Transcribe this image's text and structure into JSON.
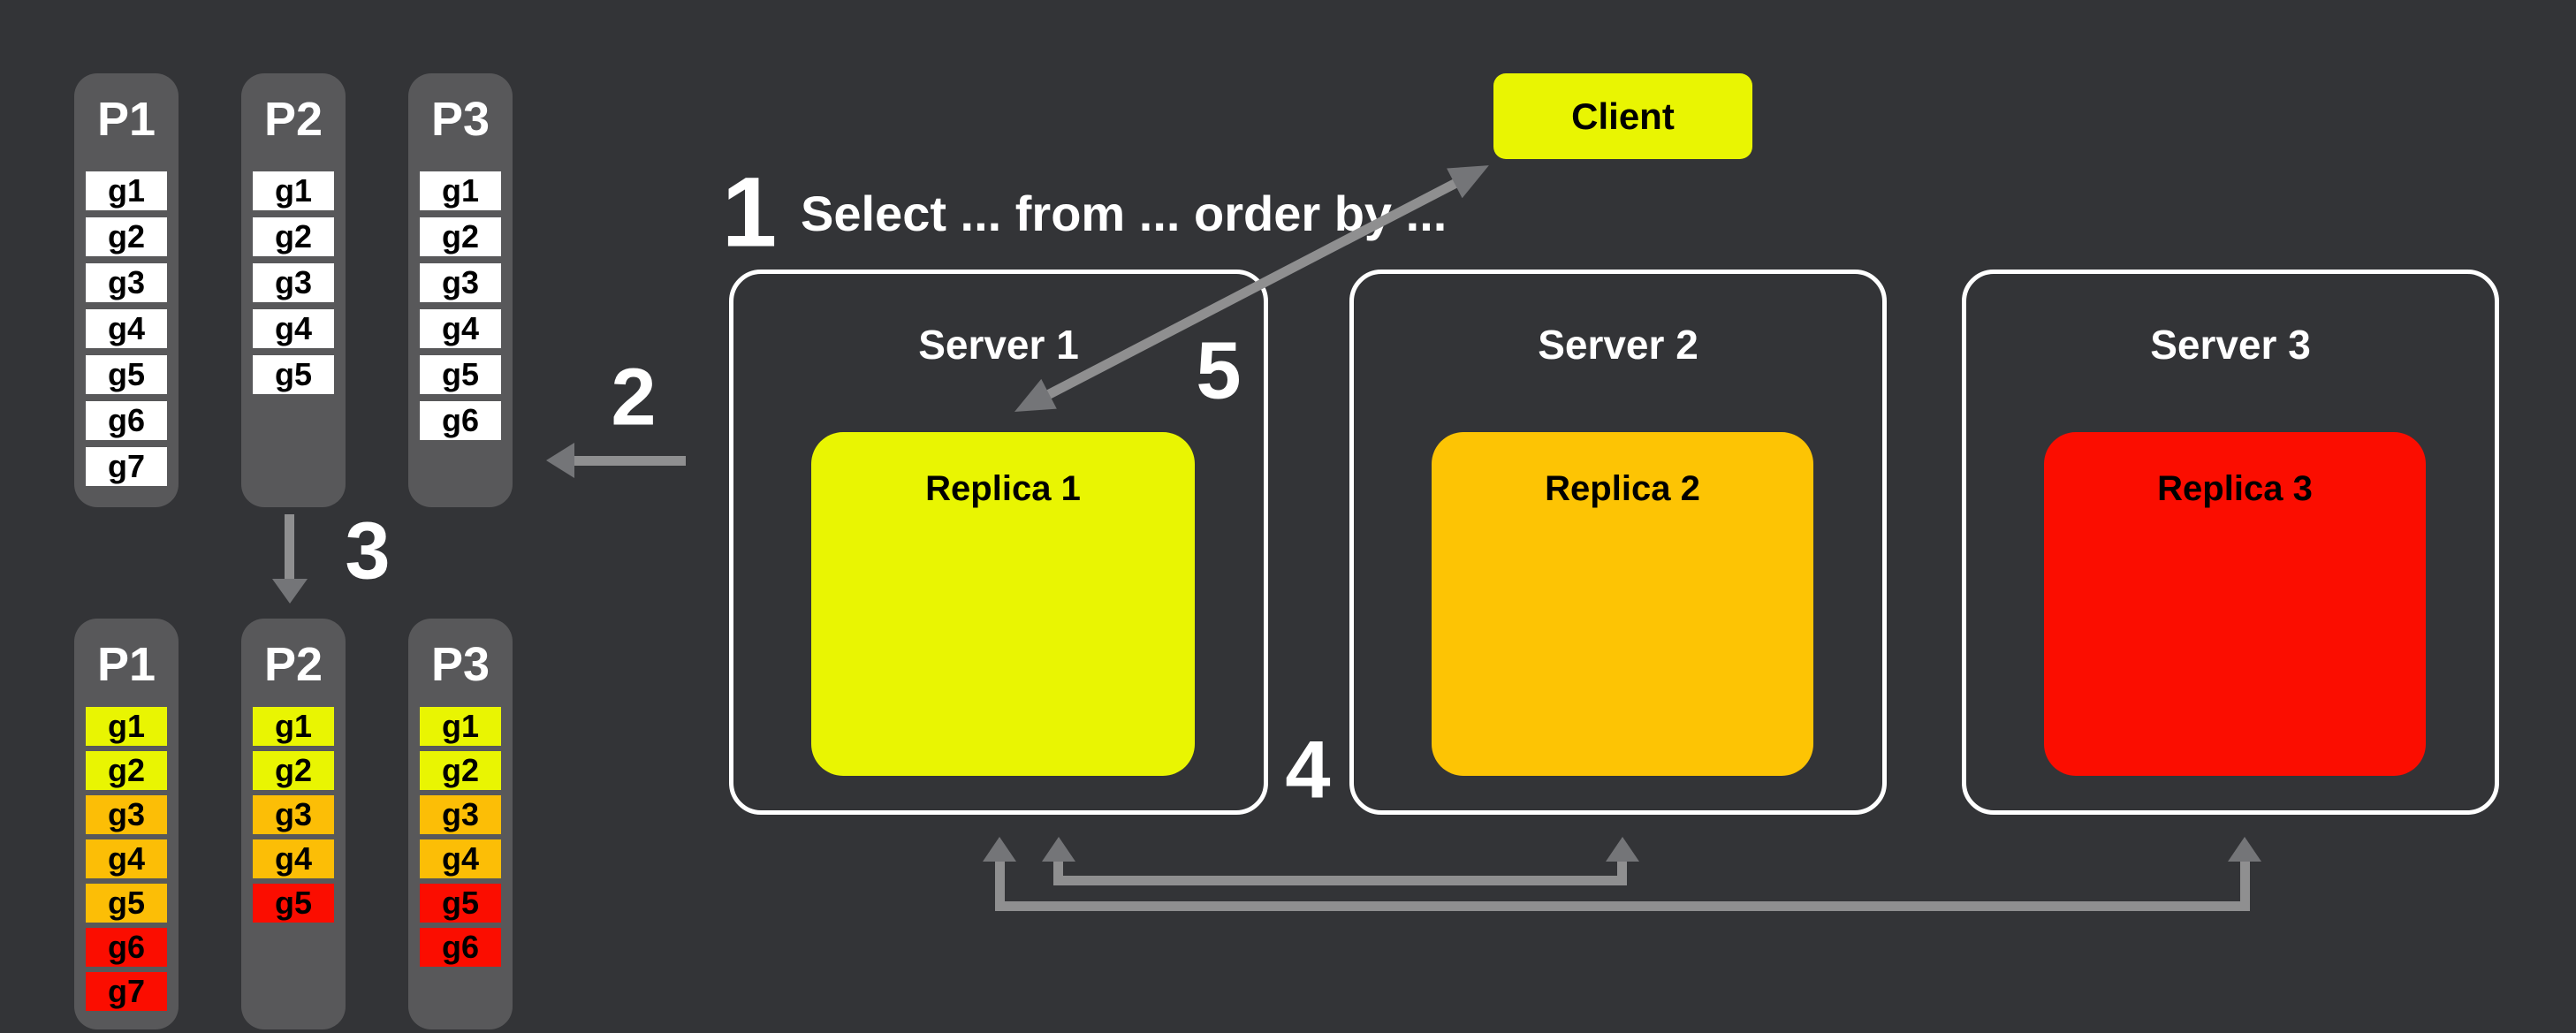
{
  "colors": {
    "background": "#333437",
    "column": "#58585A",
    "white": "#FFFFFF",
    "yellow": "#E9F502",
    "orange": "#FCBE06",
    "gold": "#FDC404",
    "red": "#FB0D00",
    "server_border": "#FFFFFF",
    "arrow": "#8F8F90",
    "arrowhead": "#747578"
  },
  "partitions_before": [
    {
      "label": "P1",
      "groups": [
        {
          "label": "g1",
          "color": "white"
        },
        {
          "label": "g2",
          "color": "white"
        },
        {
          "label": "g3",
          "color": "white"
        },
        {
          "label": "g4",
          "color": "white"
        },
        {
          "label": "g5",
          "color": "white"
        },
        {
          "label": "g6",
          "color": "white"
        },
        {
          "label": "g7",
          "color": "white"
        }
      ]
    },
    {
      "label": "P2",
      "groups": [
        {
          "label": "g1",
          "color": "white"
        },
        {
          "label": "g2",
          "color": "white"
        },
        {
          "label": "g3",
          "color": "white"
        },
        {
          "label": "g4",
          "color": "white"
        },
        {
          "label": "g5",
          "color": "white"
        }
      ]
    },
    {
      "label": "P3",
      "groups": [
        {
          "label": "g1",
          "color": "white"
        },
        {
          "label": "g2",
          "color": "white"
        },
        {
          "label": "g3",
          "color": "white"
        },
        {
          "label": "g4",
          "color": "white"
        },
        {
          "label": "g5",
          "color": "white"
        },
        {
          "label": "g6",
          "color": "white"
        }
      ]
    }
  ],
  "partitions_after": [
    {
      "label": "P1",
      "groups": [
        {
          "label": "g1",
          "color": "yellow"
        },
        {
          "label": "g2",
          "color": "yellow"
        },
        {
          "label": "g3",
          "color": "orange"
        },
        {
          "label": "g4",
          "color": "orange"
        },
        {
          "label": "g5",
          "color": "orange"
        },
        {
          "label": "g6",
          "color": "red"
        },
        {
          "label": "g7",
          "color": "red"
        }
      ]
    },
    {
      "label": "P2",
      "groups": [
        {
          "label": "g1",
          "color": "yellow"
        },
        {
          "label": "g2",
          "color": "yellow"
        },
        {
          "label": "g3",
          "color": "orange"
        },
        {
          "label": "g4",
          "color": "orange"
        },
        {
          "label": "g5",
          "color": "red"
        }
      ]
    },
    {
      "label": "P3",
      "groups": [
        {
          "label": "g1",
          "color": "yellow"
        },
        {
          "label": "g2",
          "color": "yellow"
        },
        {
          "label": "g3",
          "color": "orange"
        },
        {
          "label": "g4",
          "color": "orange"
        },
        {
          "label": "g5",
          "color": "red"
        },
        {
          "label": "g6",
          "color": "red"
        }
      ]
    }
  ],
  "servers": [
    {
      "label": "Server 1",
      "replica_label": "Replica 1",
      "replica_color": "yellow"
    },
    {
      "label": "Server 2",
      "replica_label": "Replica 2",
      "replica_color": "gold"
    },
    {
      "label": "Server 3",
      "replica_label": "Replica 3",
      "replica_color": "red"
    }
  ],
  "client": {
    "label": "Client"
  },
  "steps": {
    "s1": {
      "number": "1",
      "label": "Select ... from ... order by ..."
    },
    "s2": {
      "number": "2"
    },
    "s3": {
      "number": "3"
    },
    "s4": {
      "number": "4"
    },
    "s5": {
      "number": "5"
    }
  }
}
